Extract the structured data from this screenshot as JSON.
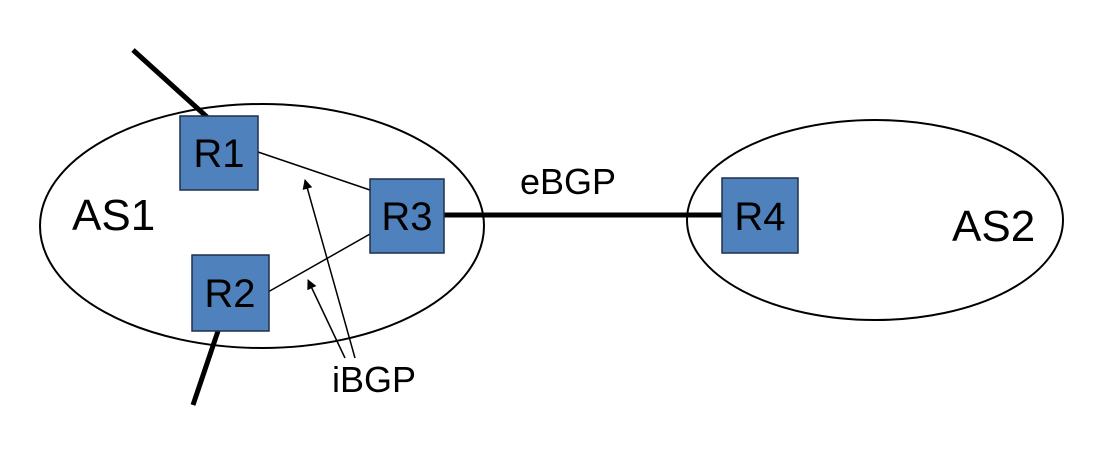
{
  "colors": {
    "router_fill": "#4f81bd",
    "router_stroke": "#1f2f4a",
    "line": "#000000",
    "background": "#ffffff"
  },
  "autonomous_systems": [
    {
      "id": "as1",
      "label": "AS1"
    },
    {
      "id": "as2",
      "label": "AS2"
    }
  ],
  "routers": [
    {
      "id": "r1",
      "label": "R1"
    },
    {
      "id": "r2",
      "label": "R2"
    },
    {
      "id": "r3",
      "label": "R3"
    },
    {
      "id": "r4",
      "label": "R4"
    }
  ],
  "links": {
    "ebgp_label": "eBGP",
    "ibgp_label": "iBGP"
  }
}
